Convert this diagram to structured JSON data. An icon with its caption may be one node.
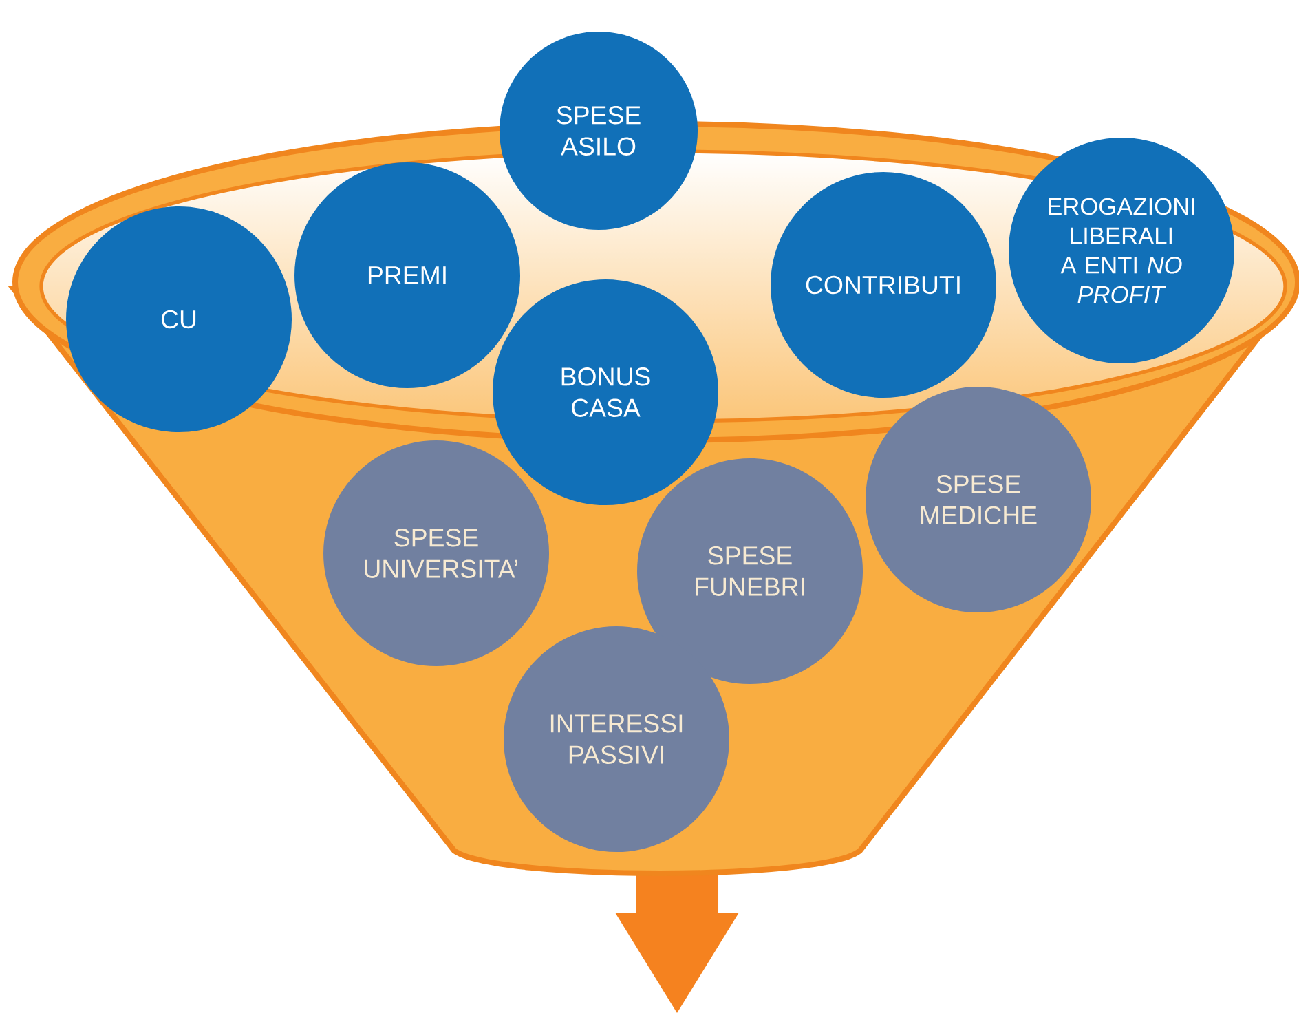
{
  "diagram": {
    "nodes": [
      {
        "text": [
          "SPESE ASILO"
        ]
      },
      {
        "text": [
          "EROGAZIONI LIBERALI A ENTI *NO PROFIT*"
        ]
      },
      {
        "text": [
          "PREMI"
        ]
      },
      {
        "text": [
          "CONTRIBUTI"
        ]
      },
      {
        "text": [
          "CU"
        ]
      },
      {
        "text": [
          "BONUS CASA"
        ]
      },
      {
        "text": [
          "SPESE MEDICHE"
        ]
      },
      {
        "text": [
          "SPESE UNIVERSITA’"
        ]
      },
      {
        "text": [
          "SPESE FUNEBRI"
        ]
      },
      {
        "text": [
          "INTERESSI PASSIVI"
        ]
      }
    ]
  }
}
